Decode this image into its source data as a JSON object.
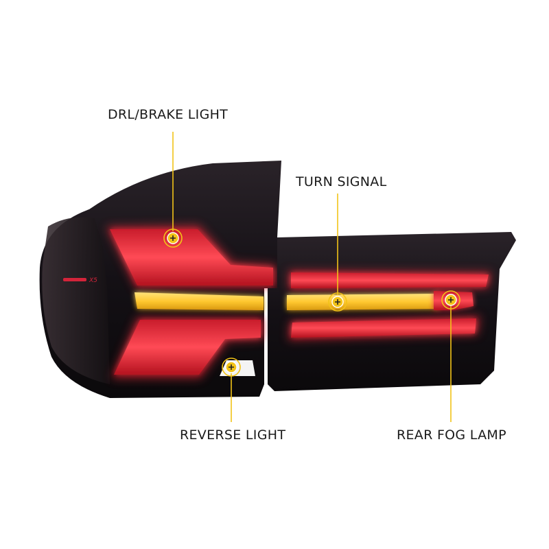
{
  "labels": {
    "drl_brake": "DRL/BRAKE LIGHT",
    "turn_signal": "TURN SIGNAL",
    "reverse": "REVERSE LIGHT",
    "rear_fog": "REAR FOG LAMP"
  },
  "emblem_text": "X5",
  "colors": {
    "callout": "#f2c318",
    "red_glow": "#ff3040",
    "amber_glow": "#ffce3a",
    "housing": "#141015"
  }
}
